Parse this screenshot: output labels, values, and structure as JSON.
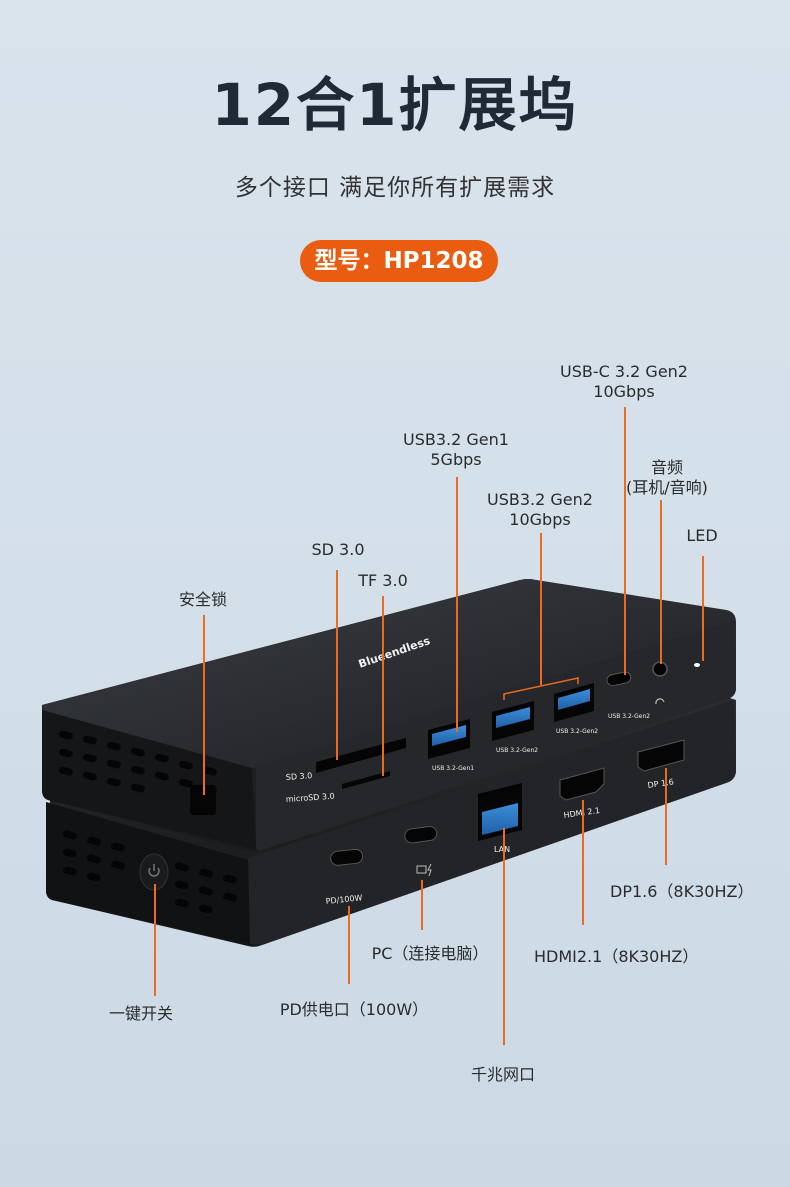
{
  "header": {
    "title": "12合1扩展坞",
    "subtitle": "多个接口 满足你所有扩展需求",
    "model": "型号：HP1208"
  },
  "accent_color": "#ea5c10",
  "device_text": {
    "brand": "Blueendless",
    "sd": "SD 3.0",
    "microsd": "microSD 3.0",
    "usb_gen1": "USB 3.2-Gen1",
    "usb_gen2_a": "USB 3.2-Gen2",
    "usb_gen2_b": "USB 3.2-Gen2",
    "usb_c_gen2": "USB 3.2-Gen2",
    "pd": "PD/100W",
    "lan": "LAN",
    "hdmi": "HDMI 2.1",
    "dp": "DP 1.6"
  },
  "labels": {
    "usbc_gen2": [
      "USB-C 3.2 Gen2",
      "10Gbps"
    ],
    "usb_gen1": [
      "USB3.2 Gen1",
      "5Gbps"
    ],
    "audio": [
      "音频",
      "(耳机/音响)"
    ],
    "usb_gen2": [
      "USB3.2 Gen2",
      "10Gbps"
    ],
    "led": "LED",
    "sd": "SD 3.0",
    "tf": "TF 3.0",
    "lock": "安全锁",
    "dp": "DP1.6（8K30HZ）",
    "hdmi": "HDMI2.1（8K30HZ）",
    "pc": "PC（连接电脑）",
    "pd": "PD供电口（100W）",
    "power": "一键开关",
    "lan": "千兆网口"
  },
  "icons": [
    "headphone-icon",
    "power-icon",
    "laptop-icon",
    "lightning-icon",
    "led-indicator"
  ]
}
